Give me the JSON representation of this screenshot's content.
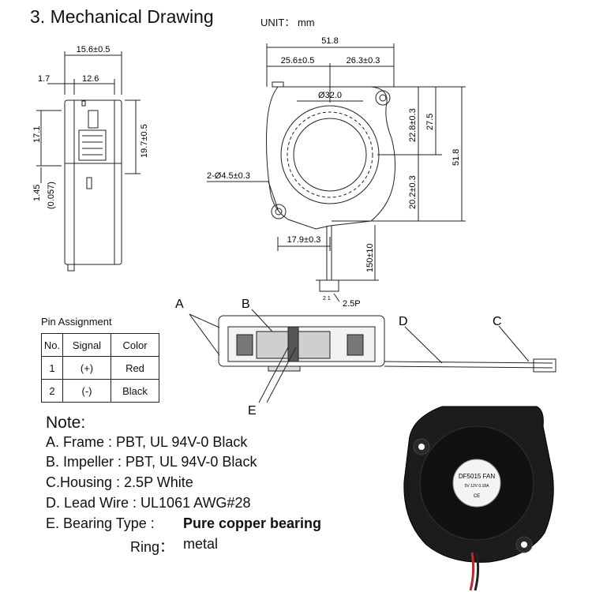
{
  "header": {
    "title": "3. Mechanical Drawing",
    "unit": "UNIT： mm"
  },
  "side_view": {
    "dim_top": "15.6±0.5",
    "dim_left": "1.7",
    "dim_mid": "12.6",
    "dim_height_a": "17.1",
    "dim_height_b": "19.7±0.5",
    "dim_bottom_a": "1.45",
    "dim_bottom_b": "(0.057)"
  },
  "front_view": {
    "width_total": "51.8",
    "width_left": "25.6±0.5",
    "width_right": "26.3±0.3",
    "diameter": "Ø32.0",
    "hole": "2-Ø4.5±0.3",
    "dim_v1": "22.8±0.3",
    "dim_v2": "27.5",
    "dim_v3": "51.8",
    "dim_v4": "20.2±0.3",
    "dim_h_bottom": "17.9±0.3",
    "wire_length": "150±10",
    "connector": "2.5P",
    "connector_pins": "2 1"
  },
  "section_view": {
    "label_a": "A",
    "label_b": "B",
    "label_c": "C",
    "label_d": "D",
    "label_e": "E"
  },
  "pin_table": {
    "caption": "Pin Assignment",
    "headers": [
      "No.",
      "Signal",
      "Color"
    ],
    "rows": [
      [
        "1",
        "(+)",
        "Red"
      ],
      [
        "2",
        "(-)",
        "Black"
      ]
    ]
  },
  "notes": {
    "title": "Note:",
    "items": [
      "A. Frame   : PBT, UL 94V-0 Black",
      "B. Impeller : PBT, UL 94V-0 Black",
      "C.Housing : 2.5P White",
      "D. Lead Wire : UL1061 AWG#28"
    ],
    "bearing_label": "E. Bearing Type :",
    "bearing_value": "Pure copper bearing",
    "ring_label": "Ring：",
    "ring_value": "metal"
  },
  "photo": {
    "sticker_line1": "DF5015 FAN",
    "sticker_line2": "5V 12V 0.18A",
    "sticker_line3": "CE"
  }
}
